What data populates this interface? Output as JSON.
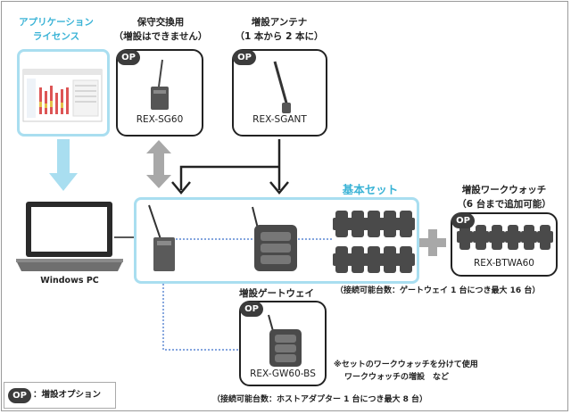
{
  "app_license": {
    "title_line1": "アプリケーション",
    "title_line2": "ライセンス"
  },
  "spare": {
    "title_line1": "保守交換用",
    "title_line2": "（増設はできません）",
    "model": "REX-SG60",
    "op_badge": "OP"
  },
  "antenna": {
    "title_line1": "増設アンテナ",
    "title_line2": "（1 本から 2 本に）",
    "model": "REX-SGANT",
    "op_badge": "OP"
  },
  "pc": {
    "label": "Windows PC"
  },
  "basic_set": {
    "title": "基本セット",
    "capacity_note": "（接続可能台数：ゲートウェイ 1 台につき最大 16 台）"
  },
  "watch_addon": {
    "title_line1": "増設ワークウォッチ",
    "title_line2": "（6 台まで追加可能）",
    "model": "REX-BTWA60",
    "op_badge": "OP"
  },
  "gateway_addon": {
    "title": "増設ゲートウェイ",
    "model": "REX-GW60-BS",
    "op_badge": "OP",
    "note_line1": "※セットのワークウォッチを分けて使用",
    "note_line2": "ワークウォッチの増設　など",
    "capacity_note": "（接続可能台数：ホストアダプター 1 台につき最大 8 台）"
  },
  "legend": {
    "badge": "OP",
    "text": "：増設オプション"
  },
  "colors": {
    "accent_cyan": "#3ab3d6",
    "light_cyan": "#a9def0",
    "dark": "#3c3c3c",
    "gray_arrow": "#a8a8a8"
  }
}
